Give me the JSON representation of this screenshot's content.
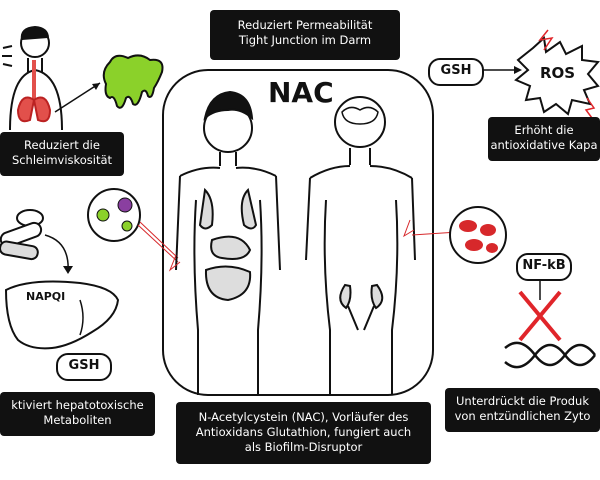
{
  "title": "NAC",
  "boxes": {
    "permeability": [
      "Reduziert Permeabilität",
      "Tight Junction im Darm"
    ],
    "mucus": [
      "Reduziert die",
      "Schleimviskosität"
    ],
    "antioxidant": [
      "Erhöht die",
      "antioxidative Kapa"
    ],
    "hepatotoxic": [
      "ktiviert hepatotoxische",
      "Metaboliten"
    ],
    "nac_description": [
      "N-Acetylcystein (NAC), Vorläufer des",
      "Antioxidans Glutathion, fungiert auch",
      "als Biofilm-Disruptor"
    ],
    "cytokines": [
      "Unterdrückt die Produk",
      "von entzündlichen Zyto"
    ]
  },
  "labels": {
    "gsh_top": "GSH",
    "ros": "ROS",
    "napqi": "NAPQI",
    "gsh_liver": "GSH",
    "nfkb": "NF-kB"
  },
  "colors": {
    "box_bg": "#111111",
    "mucus_green": "#8bd12a",
    "blood_red": "#d7282b",
    "lung_red": "#e2504b",
    "virus_purple": "#8a3fa0",
    "cross_red": "#e0252a"
  },
  "icons": [
    "person-lungs-icon",
    "mucus-blob-icon",
    "pills-icon",
    "liver-icon",
    "bacteria-icon",
    "red-blood-cells-icon",
    "dna-icon",
    "ros-burst-icon"
  ]
}
